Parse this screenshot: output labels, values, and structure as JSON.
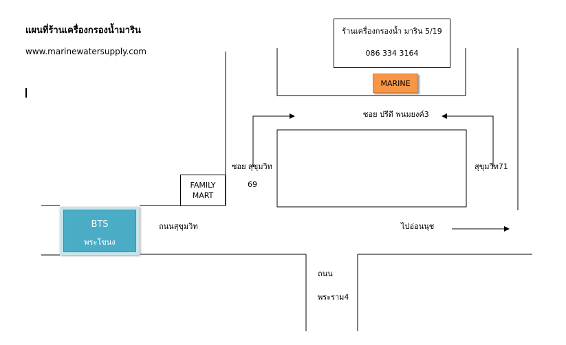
{
  "header": {
    "title": "แผนที่ร้านเครื่องกรองน้ำมาริน",
    "website": "www.marinewatersupply.com"
  },
  "shop": {
    "name": "ร้านเครื่องกรองน้ำ มาริน 5/19",
    "phone": "086 334 3164",
    "marker_label": "MARINE",
    "marker_color": "#f79646"
  },
  "landmarks": {
    "family_mart_line1": "FAMILY",
    "family_mart_line2": "MART",
    "bts_line1": "BTS",
    "bts_line2": "พระโขนง",
    "bts_color": "#4bacc6"
  },
  "roads": {
    "soi_preedee": "ซอย ปรีดี พนมยงค์3",
    "soi_sukhumvit": "ซอย สุขุมวิท",
    "soi_number": "69",
    "sukhumvit71": "สุขุมวิท71",
    "thanon_sukhumvit": "ถนนสุขุมวิท",
    "to_onnut": "ไปอ่อนนุช",
    "thanon": "ถนน",
    "rama4": "พระราม4"
  }
}
